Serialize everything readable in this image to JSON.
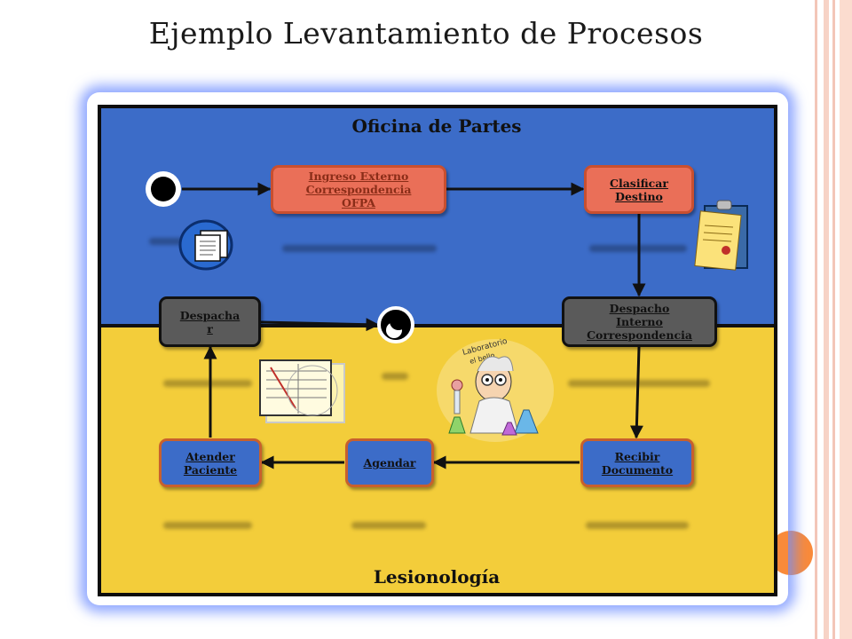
{
  "title": "Ejemplo Levantamiento de Procesos",
  "lanes": {
    "top": "Oficina de Partes",
    "bottom": "Lesionología"
  },
  "nodes": {
    "ingreso": "Ingreso Externo\nCorrespondencia\nOFPA",
    "clasificar": "Clasificar\nDestino",
    "despacho_interno": "Despacho\nInterno\nCorrespondencia",
    "despachar": "Despacha\nr",
    "recibir": "Recibir\nDocumento",
    "agendar": "Agendar",
    "atender": "Atender\nPaciente"
  },
  "illustration_text": {
    "lab_sign": "Laboratorio\nel bello"
  },
  "colors": {
    "lane_top": "#3c6cc8",
    "lane_bottom": "#f3cd3a",
    "node_orange": "#ea6f58",
    "accent_circle": "#f98a3a"
  }
}
